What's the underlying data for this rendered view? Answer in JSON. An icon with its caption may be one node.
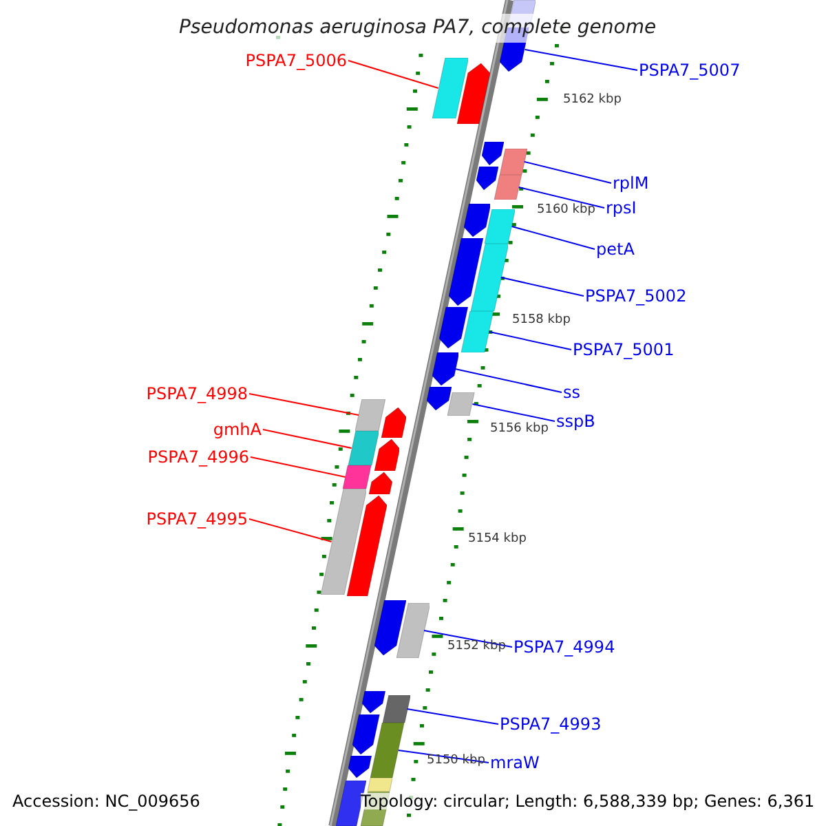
{
  "diagram": {
    "title": "Pseudomonas aeruginosa PA7, complete genome",
    "nodes": [
      {
        "text": [
          "PSPA7_5006"
        ]
      },
      {
        "text": [],
        "shape": "box"
      },
      {
        "text": [
          "PSPA7_5007"
        ]
      },
      {
        "text": [],
        "shape": "arrow"
      },
      {
        "text": [
          "rplM"
        ]
      },
      {
        "text": [],
        "shape": "box"
      },
      {
        "text": [
          "rpsI"
        ]
      },
      {
        "text": [],
        "shape": "box"
      },
      {
        "text": [
          "petA"
        ]
      },
      {
        "text": [],
        "shape": "box"
      },
      {
        "text": [
          "PSPA7_5002"
        ]
      },
      {
        "text": [],
        "shape": "box"
      },
      {
        "text": [
          "PSPA7_5001"
        ]
      },
      {
        "text": [],
        "shape": "box"
      },
      {
        "text": [
          "ss"
        ]
      },
      {
        "text": [],
        "shape": "arrow"
      },
      {
        "text": [
          "sspB"
        ]
      },
      {
        "text": [],
        "shape": "box"
      },
      {
        "text": [
          "PSPA7_4998"
        ]
      },
      {
        "text": [],
        "shape": "box"
      },
      {
        "text": [
          "gmhA"
        ]
      },
      {
        "text": [],
        "shape": "box"
      },
      {
        "text": [
          "PSPA7_4996"
        ]
      },
      {
        "text": [],
        "shape": "box"
      },
      {
        "text": [
          "PSPA7_4995"
        ]
      },
      {
        "text": [],
        "shape": "box"
      },
      {
        "text": [
          "PSPA7_4994"
        ]
      },
      {
        "text": [],
        "shape": "box"
      },
      {
        "text": [
          "PSPA7_4993"
        ]
      },
      {
        "text": [],
        "shape": "box"
      },
      {
        "text": [
          "mraW"
        ]
      },
      {
        "text": [],
        "shape": "box"
      },
      {
        "text": [],
        "shape": "box"
      },
      {
        "text": [],
        "shape": "arrow"
      },
      {
        "text": [],
        "shape": "arrow"
      },
      {
        "text": [],
        "shape": "arrow"
      },
      {
        "text": [],
        "shape": "arrow"
      },
      {
        "text": [],
        "shape": "arrow"
      },
      {
        "text": [],
        "shape": "arrow"
      },
      {
        "text": [],
        "shape": "arrow"
      },
      {
        "text": [],
        "shape": "arrow"
      },
      {
        "text": [],
        "shape": "arrow"
      },
      {
        "text": [],
        "shape": "arrow"
      },
      {
        "text": [],
        "shape": "arrow"
      },
      {
        "text": [],
        "shape": "arrow"
      },
      {
        "text": [],
        "shape": "arrow"
      },
      {
        "text": [],
        "shape": "arrow"
      },
      {
        "text": [],
        "shape": "arrow"
      },
      {
        "text": [],
        "shape": "box"
      },
      {
        "text": [],
        "shape": "box"
      },
      {
        "text": [],
        "shape": "box"
      }
    ],
    "edges": [
      {
        "from": 0,
        "to": 1,
        "arrow": "none",
        "color": "#ff0000"
      },
      {
        "from": 2,
        "to": 3,
        "arrow": "none"
      },
      {
        "from": 4,
        "to": 5,
        "arrow": "none"
      },
      {
        "from": 6,
        "to": 7,
        "arrow": "none"
      },
      {
        "from": 8,
        "to": 9,
        "arrow": "none"
      },
      {
        "from": 10,
        "to": 11,
        "arrow": "none"
      },
      {
        "from": 12,
        "to": 13,
        "arrow": "none"
      },
      {
        "from": 14,
        "to": 15,
        "arrow": "none"
      },
      {
        "from": 16,
        "to": 17,
        "arrow": "none"
      },
      {
        "from": 18,
        "to": 19,
        "arrow": "none",
        "color": "#ff0000"
      },
      {
        "from": 20,
        "to": 21,
        "arrow": "none",
        "color": "#ff0000"
      },
      {
        "from": 22,
        "to": 23,
        "arrow": "none",
        "color": "#ff0000"
      },
      {
        "from": 24,
        "to": 25,
        "arrow": "none",
        "color": "#ff0000"
      },
      {
        "from": 26,
        "to": 27,
        "arrow": "none"
      },
      {
        "from": 28,
        "to": 29,
        "arrow": "none"
      },
      {
        "from": 30,
        "to": 31,
        "arrow": "none"
      }
    ],
    "labels": [
      "5162 kbp",
      "5160 kbp",
      "5158 kbp",
      "5156 kbp",
      "5154 kbp",
      "5152 kbp",
      "5150 kbp",
      "Accession: NC_009656",
      "Topology: circular; Length: 6,588,339 bp; Genes: 6,361"
    ]
  }
}
